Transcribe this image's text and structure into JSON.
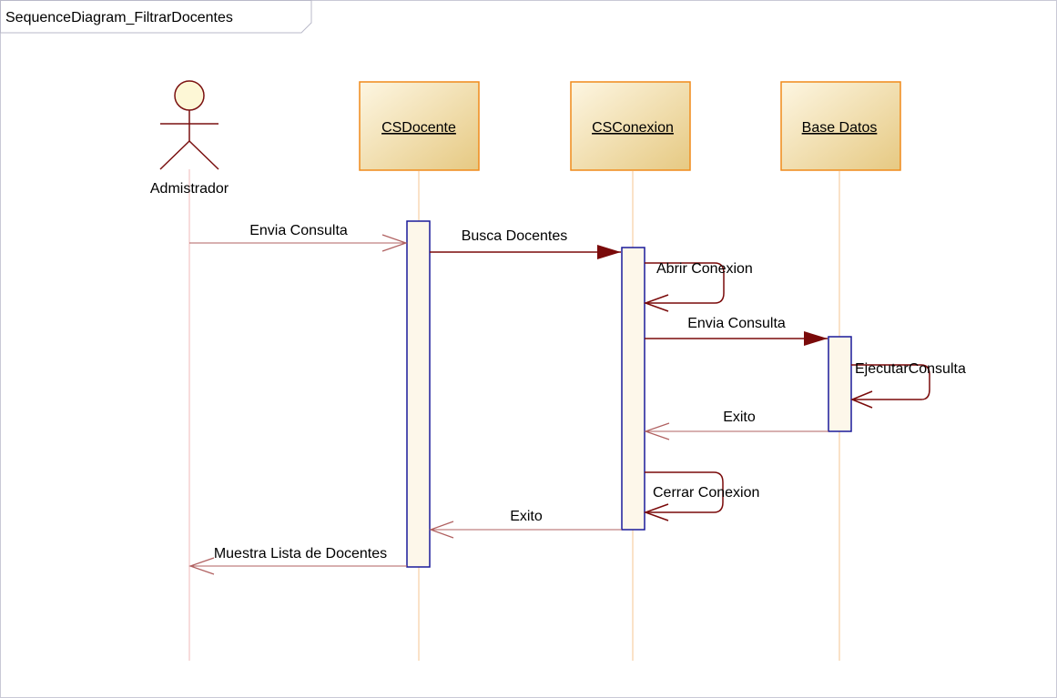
{
  "diagram": {
    "title": "SequenceDiagram_FiltrarDocentes",
    "actor": {
      "label": "Admistrador"
    },
    "objects": [
      {
        "label": "CSDocente"
      },
      {
        "label": "CSConexion"
      },
      {
        "label": "Base Datos"
      }
    ],
    "messages": [
      {
        "label": "Envia Consulta"
      },
      {
        "label": "Busca Docentes"
      },
      {
        "label": "Abrir Conexion"
      },
      {
        "label": "Envia Consulta"
      },
      {
        "label": "EjecutarConsulta"
      },
      {
        "label": "Exito"
      },
      {
        "label": "Cerrar Conexion"
      },
      {
        "label": "Exito"
      },
      {
        "label": "Muestra Lista de Docentes"
      }
    ],
    "colors": {
      "message_line": "#7a0a0a",
      "return_line": "#b06060",
      "activation_border": "#1a1a9a",
      "activation_fill": "#fdf7ea",
      "object_border": "#f08a1a",
      "object_fill_top": "#fdf6e2",
      "object_fill_bottom": "#e8cc86",
      "lifeline": "#f4c590",
      "actor_stroke": "#7a1010",
      "actor_head_fill": "#fdf7d6"
    }
  }
}
